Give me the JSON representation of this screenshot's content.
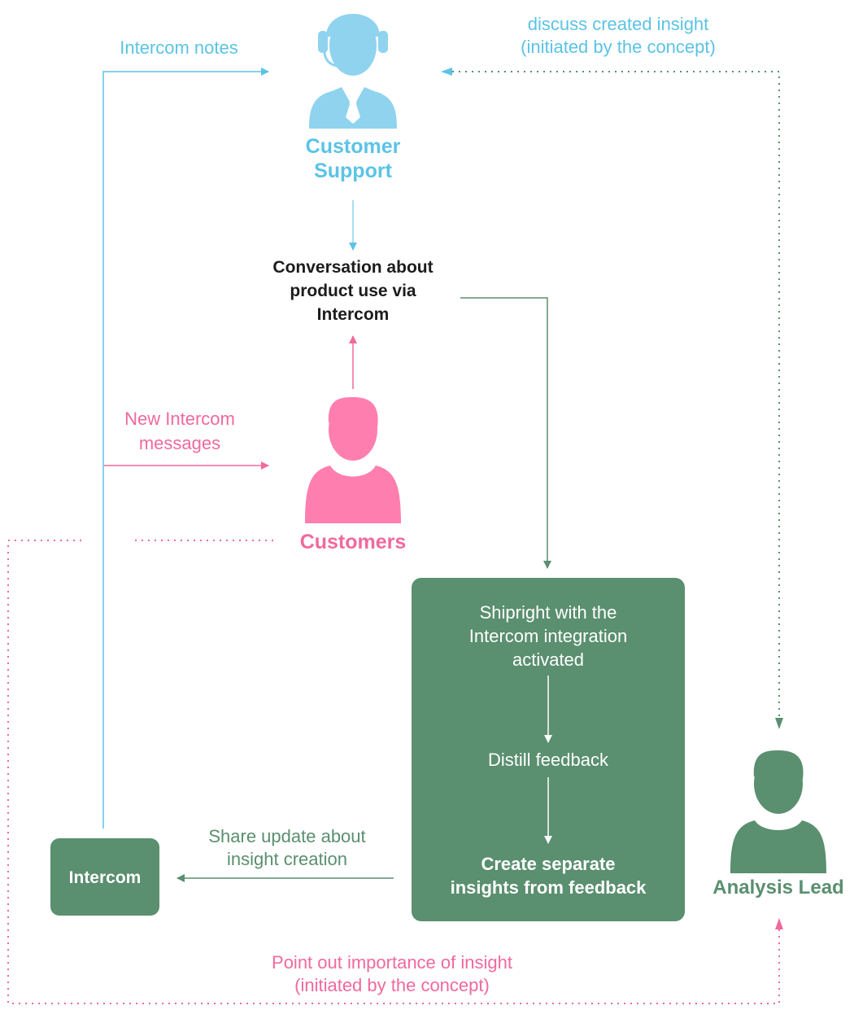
{
  "actors": {
    "customer_support": "Customer\nSupport",
    "customers": "Customers",
    "analysis_lead": "Analysis Lead"
  },
  "nodes": {
    "conversation": "Conversation about\nproduct use via\nIntercom",
    "shipright": "Shipright with the\nIntercom integration\nactivated",
    "distill": "Distill feedback",
    "create_insights": "Create separate\ninsights from feedback",
    "intercom": "Intercom"
  },
  "edges": {
    "intercom_notes": "Intercom notes",
    "new_messages": "New Intercom\nmessages",
    "share_update": "Share update about\ninsight creation",
    "discuss_insight": "discuss created insight\n(initiated by the concept)",
    "point_out_importance": "Point out importance of insight\n(initiated by the concept)"
  },
  "colors": {
    "support_blue": "#5bc3e6",
    "support_icon": "#8fd3ef",
    "customer_pink": "#ff7eb0",
    "text_pink": "#f0699e",
    "green": "#5a8f6f",
    "text_dark": "#1c1c1c"
  },
  "icons": {
    "customer_support": "headset-person-icon",
    "customers": "person-icon",
    "analysis_lead": "person-icon"
  }
}
